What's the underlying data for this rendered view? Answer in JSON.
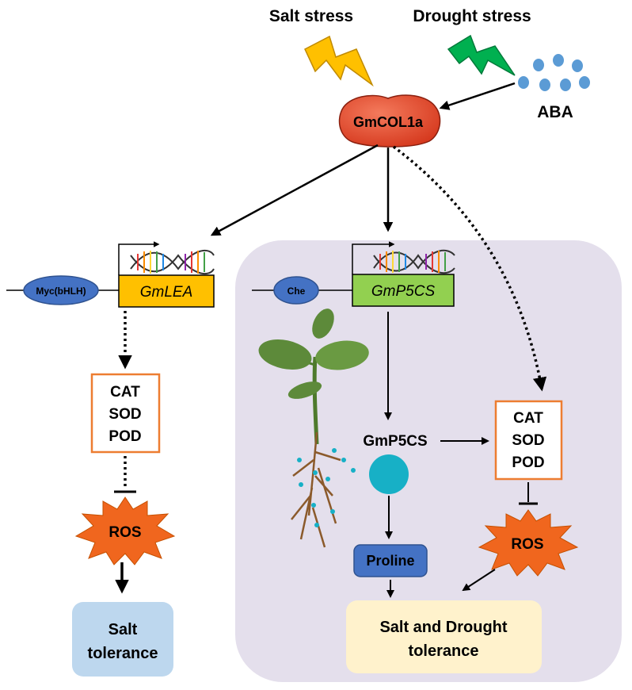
{
  "stress": {
    "salt": "Salt stress",
    "drought": "Drought stress",
    "aba": "ABA"
  },
  "central_gene": "GmCOL1a",
  "left_branch": {
    "promoter_factor": "Myc(bHLH)",
    "gene": "GmLEA",
    "enzymes": [
      "CAT",
      "SOD",
      "POD"
    ],
    "ros": "ROS",
    "outcome": [
      "Salt",
      "tolerance"
    ]
  },
  "right_branch": {
    "promoter_factor": "Che",
    "gene": "GmP5CS",
    "protein": "GmP5CS",
    "enzymes": [
      "CAT",
      "SOD",
      "POD"
    ],
    "ros": "ROS",
    "product": "Proline",
    "outcome": [
      "Salt and Drought",
      "tolerance"
    ]
  },
  "colors": {
    "panel": "#e4dfec",
    "gmcol": "#e8452c",
    "gmlea": "#ffc000",
    "gmp5cs": "#92d050",
    "factor": "#4472c4",
    "enzyme_border": "#ed7d31",
    "ros": "#f0661e",
    "salt_box": "#bdd7ee",
    "drought_box": "#fff2cc",
    "protein_circle": "#17b0c6",
    "proline": "#4472c4",
    "salt_bolt": "#ffc000",
    "drought_bolt": "#00b050",
    "aba_dots": "#5b9bd5"
  }
}
